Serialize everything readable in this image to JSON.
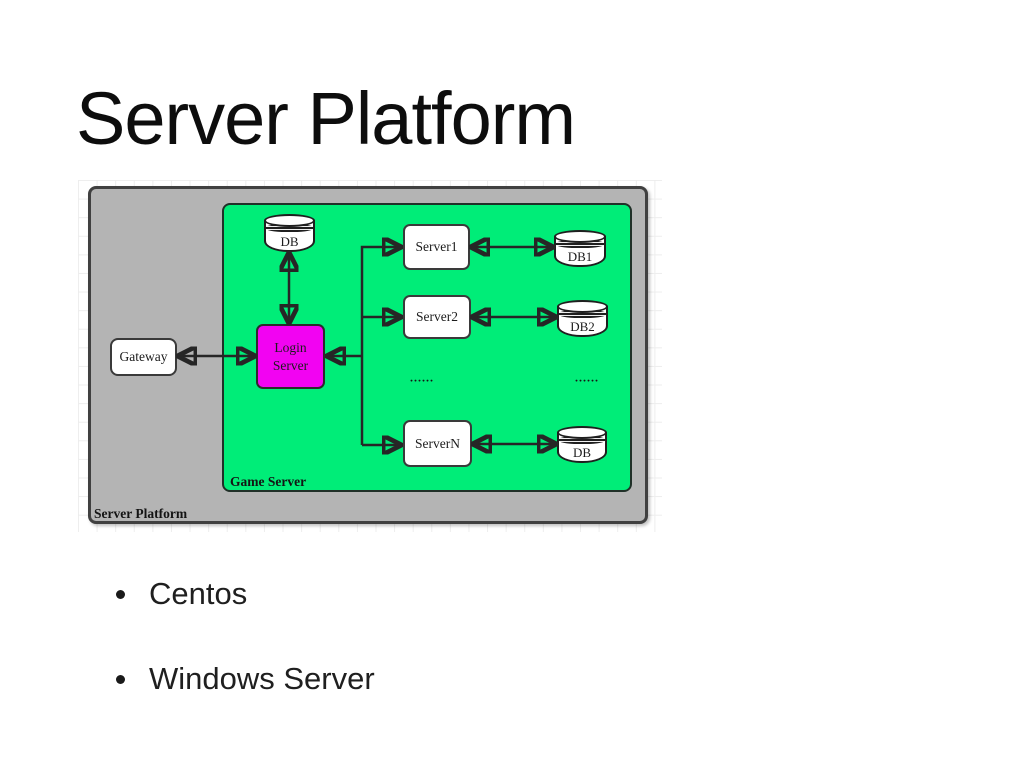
{
  "slide": {
    "title": "Server Platform",
    "bullets": [
      "Centos",
      "Windows Server"
    ]
  },
  "diagram": {
    "platform_label": "Server Platform",
    "game_server_label": "Game Server",
    "nodes": {
      "gateway": "Gateway",
      "login_server": "Login Server",
      "db_master": "DB",
      "server1": "Server1",
      "server2": "Server2",
      "serverN": "ServerN",
      "db1": "DB1",
      "db2": "DB2",
      "dbN": "DB"
    },
    "ellipsis_servers": "......",
    "ellipsis_databases": "......",
    "colors": {
      "platform_fill": "#b4b4b4",
      "game_fill": "#00ed78",
      "login_fill": "#f203f2",
      "node_fill": "#ffffff",
      "connector": "#262626"
    }
  }
}
